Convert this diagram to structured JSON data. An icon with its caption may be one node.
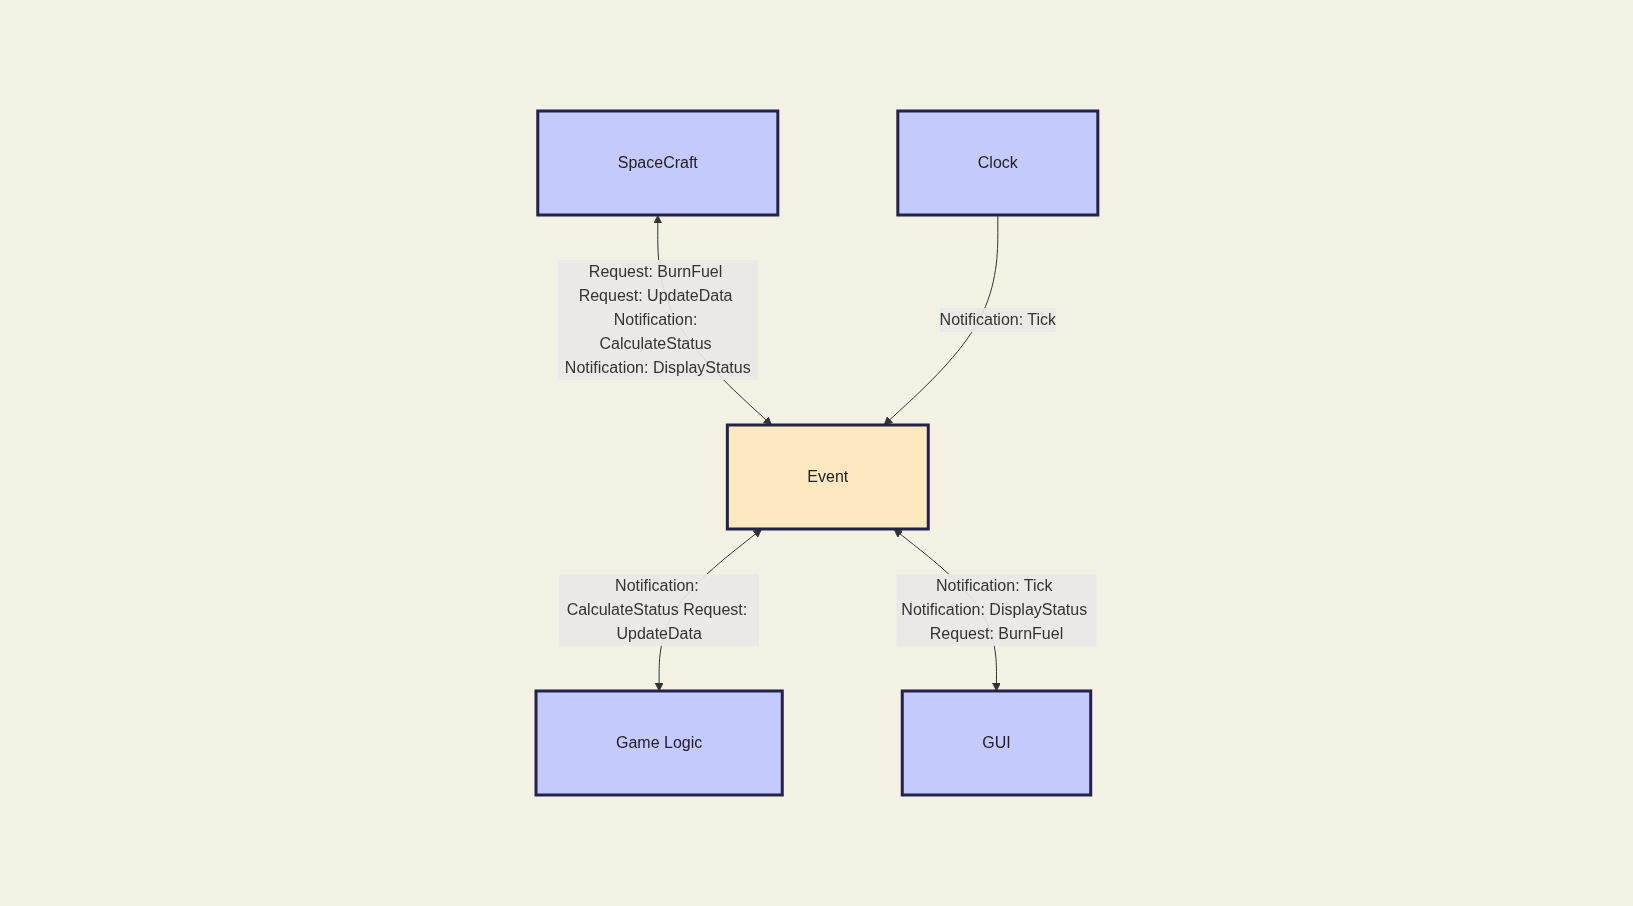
{
  "diagram": {
    "nodes": [
      {
        "text": [
          "SpaceCraft"
        ]
      },
      {
        "text": [
          "Clock"
        ]
      },
      {
        "text": [
          "Event"
        ]
      },
      {
        "text": [
          "Game Logic"
        ]
      },
      {
        "text": [
          "GUI"
        ]
      }
    ],
    "edges": [
      {
        "from": 0,
        "to": 2,
        "arrow": "both",
        "label": "Request: BurnFuel Request: UpdateData Notification: CalculateStatus Notification: DisplayStatus"
      },
      {
        "from": 1,
        "to": 2,
        "arrow": "to",
        "label": "Notification: Tick"
      },
      {
        "from": 2,
        "to": 3,
        "arrow": "both",
        "label": "Notification: CalculateStatus Request: UpdateData"
      },
      {
        "from": 2,
        "to": 4,
        "arrow": "both",
        "label": "Notification: Tick Notification: DisplayStatus Request: BurnFuel"
      }
    ]
  }
}
